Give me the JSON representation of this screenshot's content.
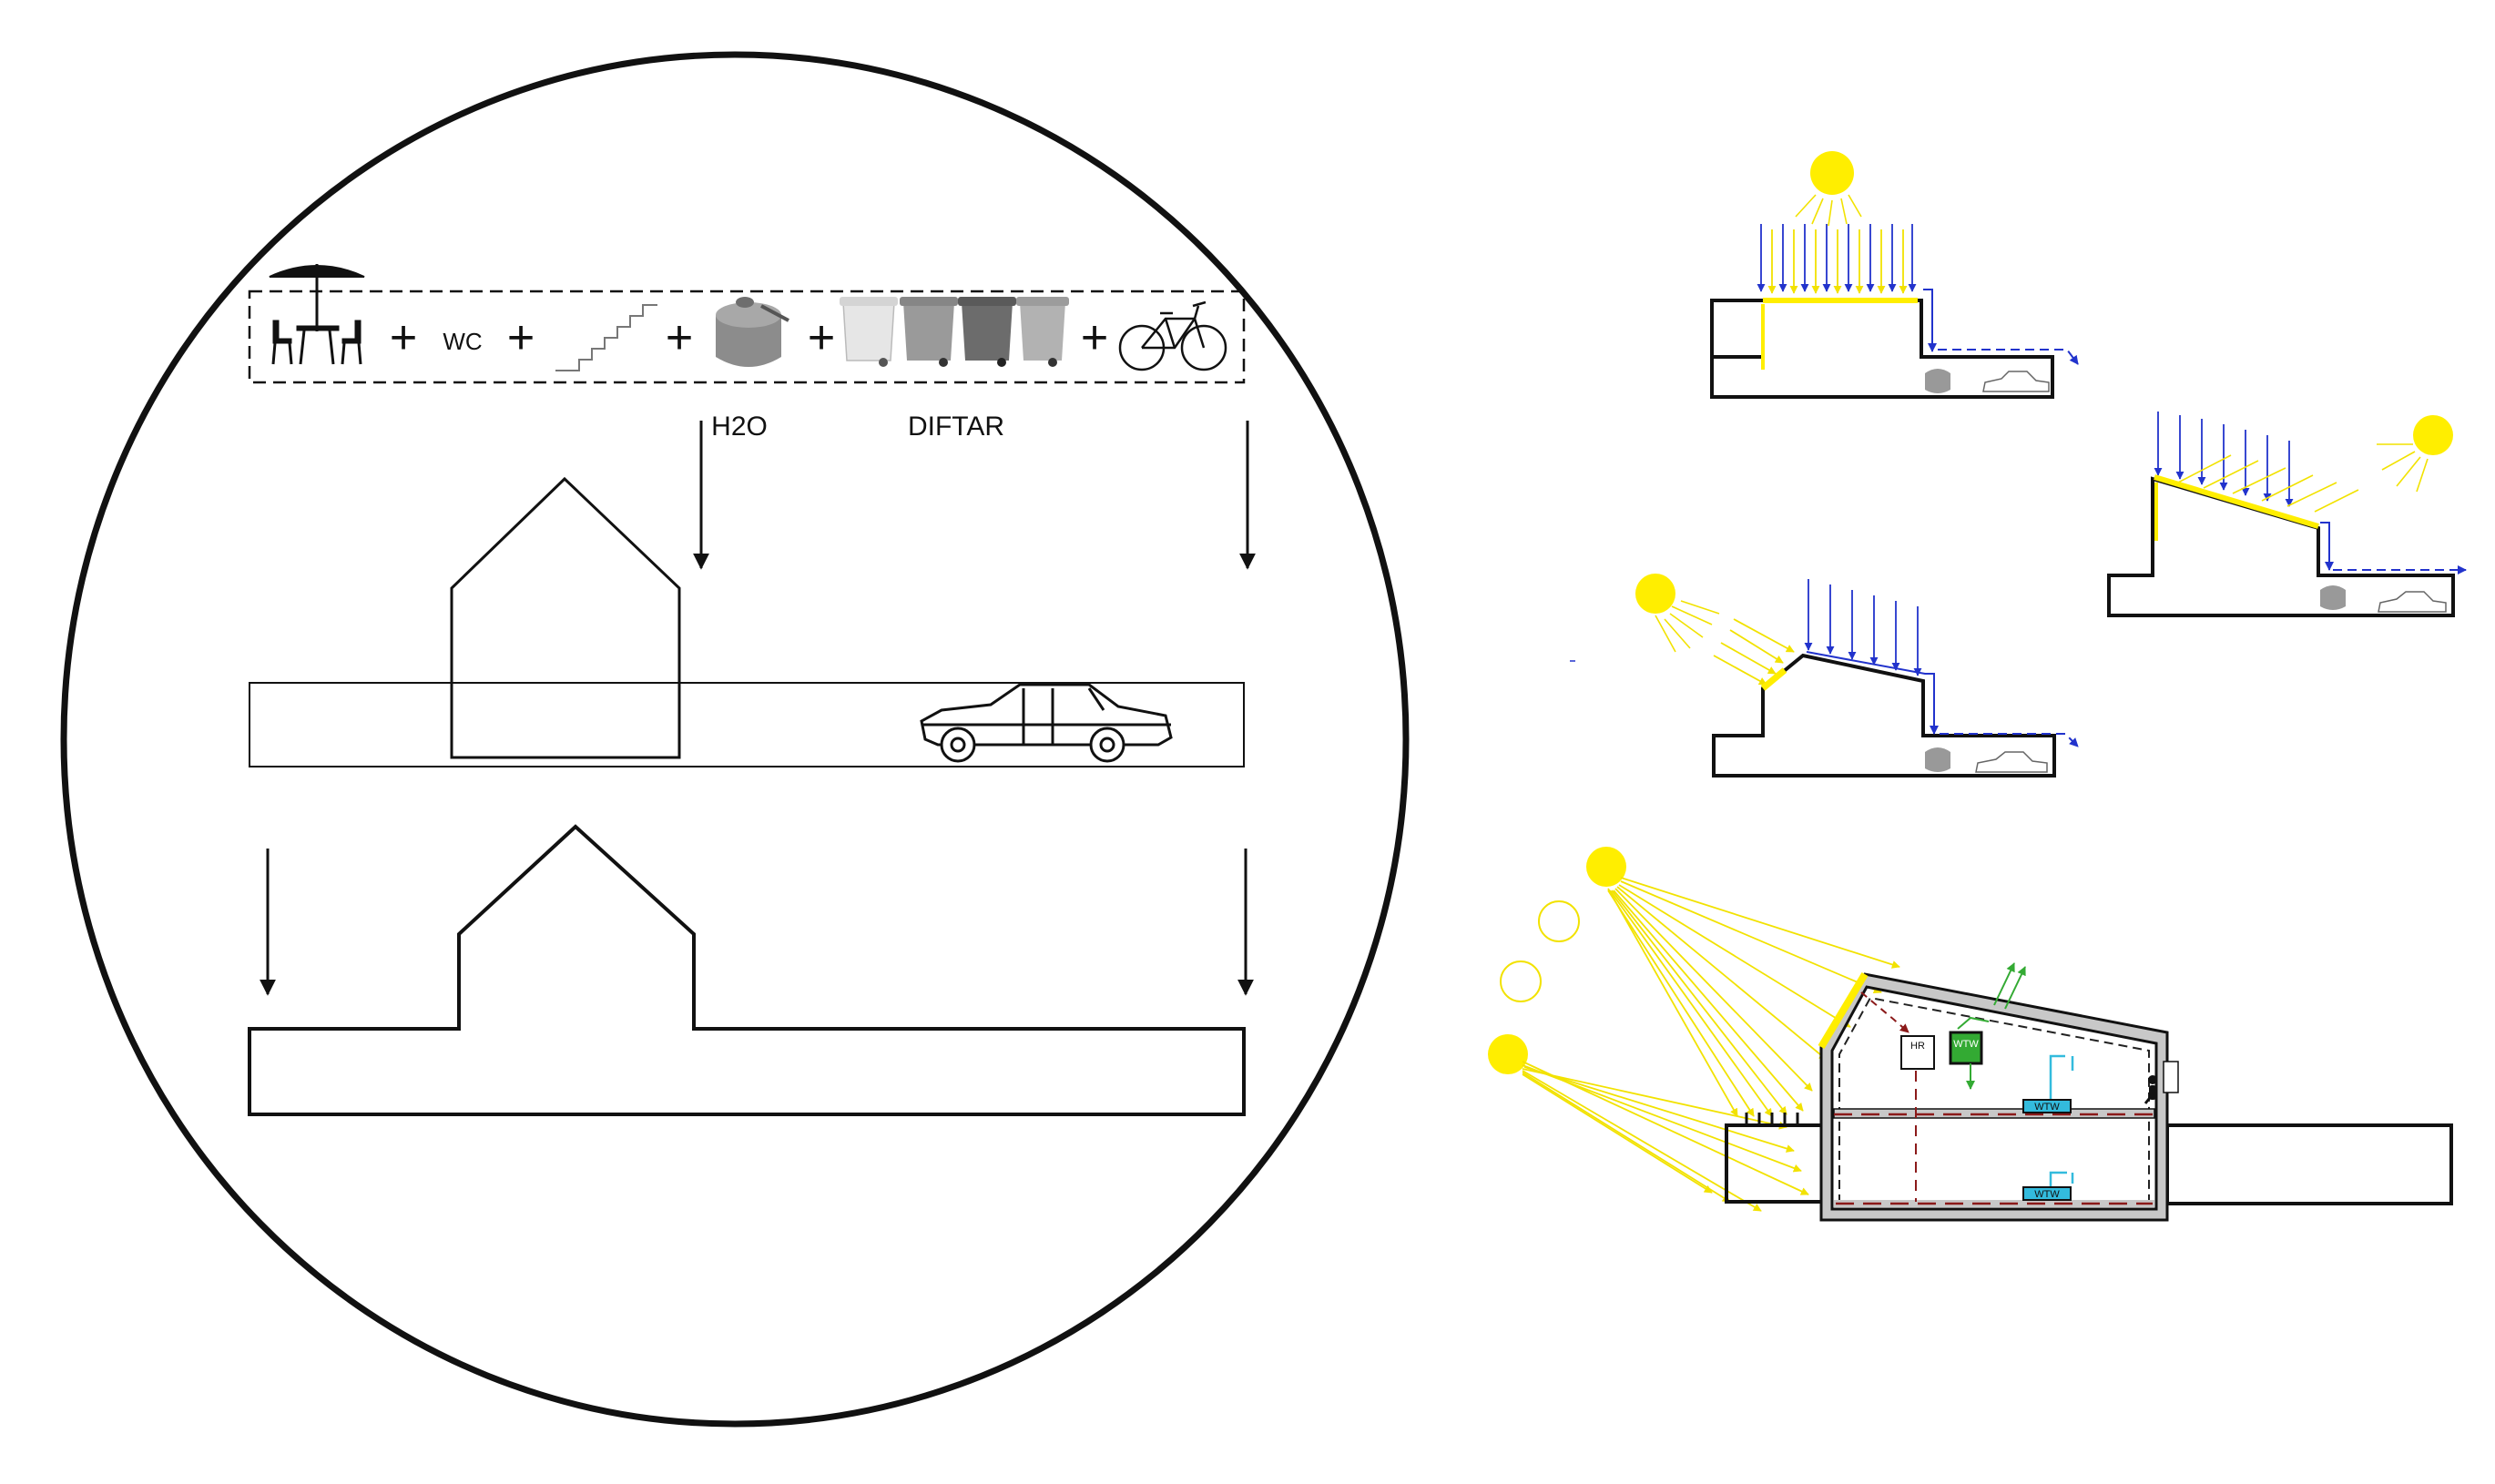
{
  "labels": {
    "wc": "WC",
    "h2o": "H2O",
    "diftar": "DIFTAR",
    "plus": "+",
    "hr_unit": "HR",
    "wtw_unit": "WTW",
    "wtw_floor": "WTW",
    "wtw_ground": "WTW"
  },
  "icons": {
    "sun": "sun-icon",
    "rain": "rain-arrow-icon",
    "car": "car-icon",
    "bike": "bicycle-icon",
    "tank": "water-tank-icon",
    "bins": "waste-bin-icon",
    "terrace": "terrace-table-icon",
    "stairs": "stairs-icon"
  },
  "colors": {
    "line": "#111111",
    "sun": "#ffee00",
    "rain": "#2233cc",
    "ventilation": "#33aa33",
    "heat_recovery": "#8b1a1a",
    "water": "#33bbdd",
    "wall_fill": "#c8c8c8",
    "bin_1": "#e4e4e4",
    "bin_2": "#9a9a9a",
    "bin_3": "#6e6e6e",
    "bin_4": "#b0b0b0"
  }
}
